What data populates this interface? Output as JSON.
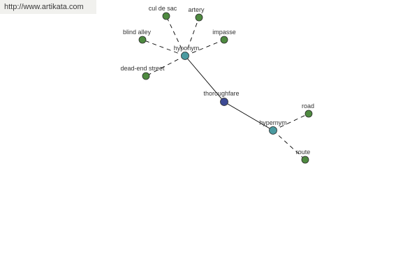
{
  "watermark": "http://www.artikata.com",
  "colors": {
    "center_node": "#3c4a94",
    "relation_node": "#4a9aa0",
    "word_node": "#4e8a40",
    "node_stroke": "#2a2a2a",
    "edge": "#000000"
  },
  "graph": {
    "nodes": [
      {
        "id": "thoroughfare",
        "label": "thoroughfare",
        "kind": "center"
      },
      {
        "id": "hyponym",
        "label": "hyponym",
        "kind": "relation"
      },
      {
        "id": "hypernym",
        "label": "hypernym",
        "kind": "relation"
      },
      {
        "id": "cul_de_sac",
        "label": "cul de sac",
        "kind": "word"
      },
      {
        "id": "artery",
        "label": "artery",
        "kind": "word"
      },
      {
        "id": "blind_alley",
        "label": "blind alley",
        "kind": "word"
      },
      {
        "id": "impasse",
        "label": "impasse",
        "kind": "word"
      },
      {
        "id": "dead_end_street",
        "label": "dead-end street",
        "kind": "word"
      },
      {
        "id": "road",
        "label": "road",
        "kind": "word"
      },
      {
        "id": "route",
        "label": "route",
        "kind": "word"
      }
    ],
    "edges": [
      {
        "from": "thoroughfare",
        "to": "hyponym",
        "style": "solid"
      },
      {
        "from": "thoroughfare",
        "to": "hypernym",
        "style": "solid"
      },
      {
        "from": "hyponym",
        "to": "cul_de_sac",
        "style": "dashed"
      },
      {
        "from": "hyponym",
        "to": "artery",
        "style": "dashed"
      },
      {
        "from": "hyponym",
        "to": "blind_alley",
        "style": "dashed"
      },
      {
        "from": "hyponym",
        "to": "impasse",
        "style": "dashed"
      },
      {
        "from": "hyponym",
        "to": "dead_end_street",
        "style": "dashed"
      },
      {
        "from": "hypernym",
        "to": "road",
        "style": "dashed"
      },
      {
        "from": "hypernym",
        "to": "route",
        "style": "dashed"
      }
    ]
  }
}
